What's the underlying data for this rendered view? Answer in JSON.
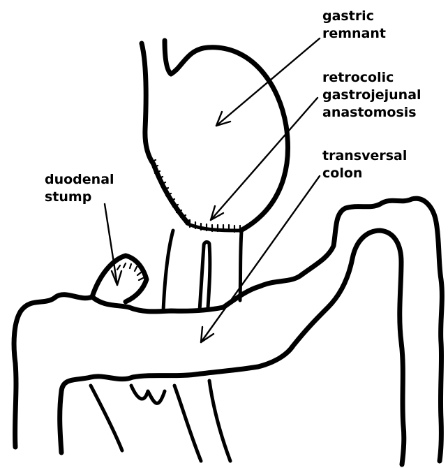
{
  "labels": {
    "gastric_remnant": [
      "gastric",
      "remnant"
    ],
    "anastomosis": [
      "retrocolic",
      "gastrojejunal",
      "anastomosis"
    ],
    "transversal_colon": [
      "transversal",
      "colon"
    ],
    "duodenal_stump": [
      "duodenal",
      "stump"
    ]
  },
  "colors": {
    "ink": "#000000",
    "background": "#ffffff"
  }
}
